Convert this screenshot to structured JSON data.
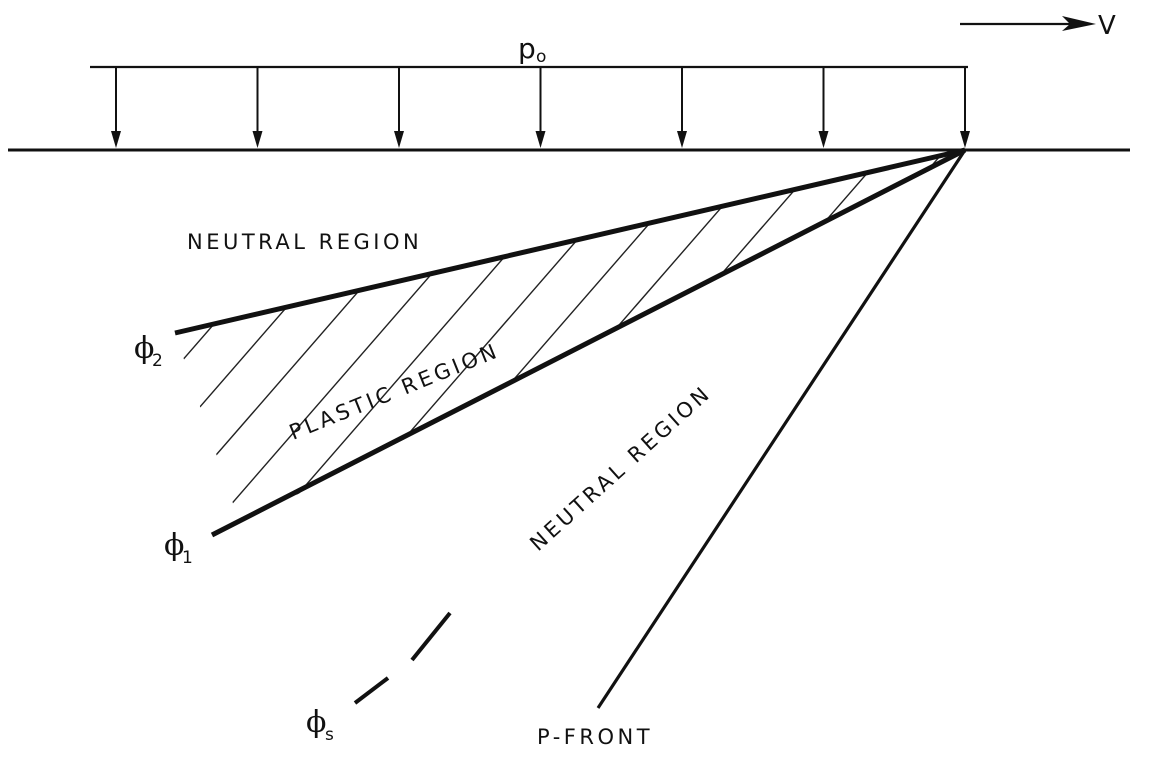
{
  "load": {
    "pressure_symbol": "p",
    "pressure_subscript": "o",
    "velocity_label": "V",
    "arrow_count": 7
  },
  "regions": {
    "neutral_upper": "NEUTRAL REGION",
    "plastic": "PLASTIC REGION",
    "neutral_lower": "NEUTRAL REGION"
  },
  "boundaries": {
    "phi_symbol": "ϕ",
    "phi2_subscript": "2",
    "phi1_subscript": "1",
    "phis_subscript": "s",
    "front_label": "P-FRONT"
  },
  "colors": {
    "ink": "#111111",
    "background": "#ffffff"
  }
}
